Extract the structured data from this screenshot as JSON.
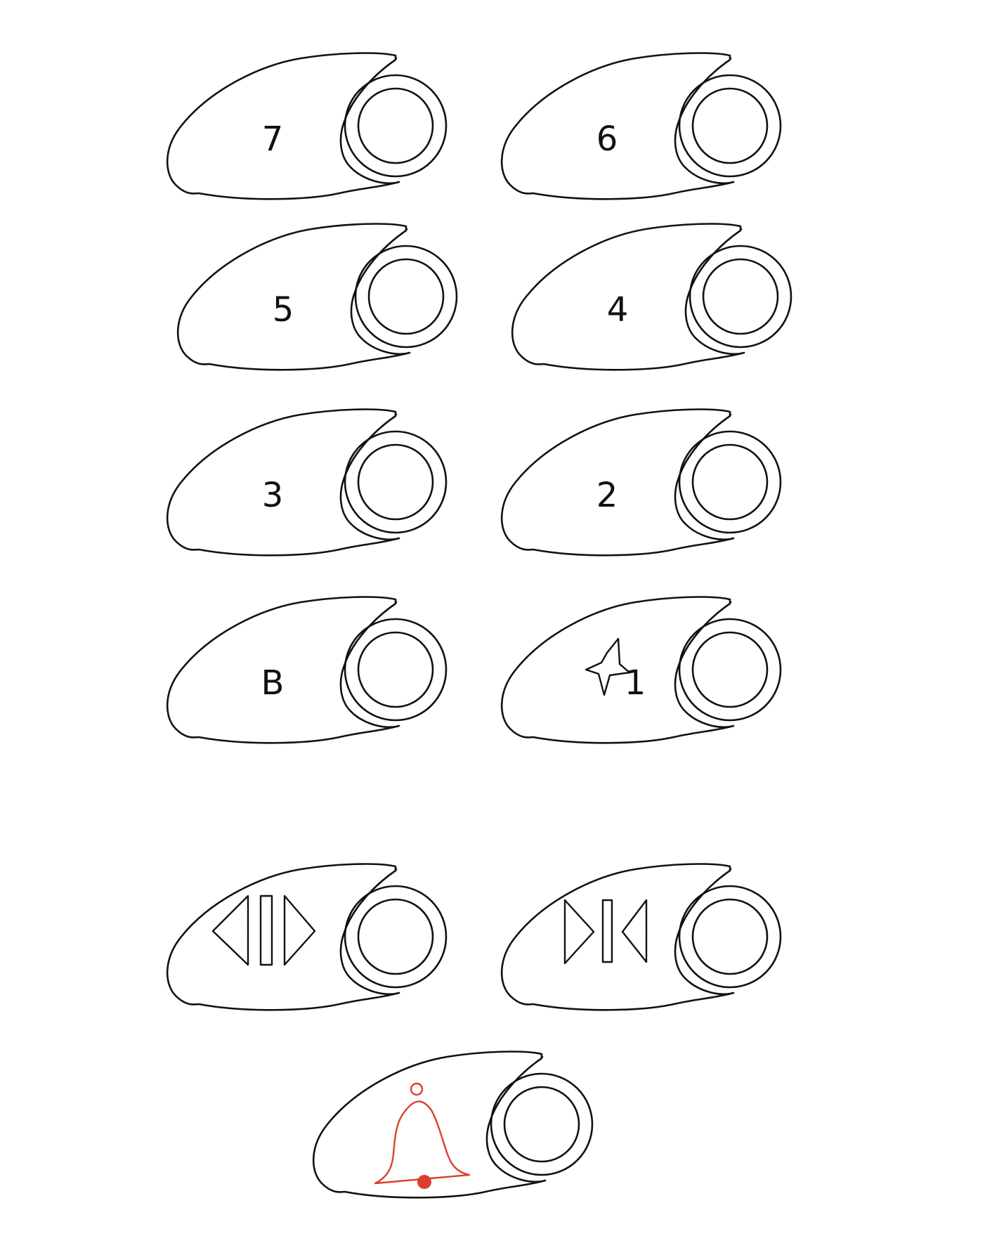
{
  "buttons": [
    {
      "id": "floor-7",
      "label": "7",
      "icon": "",
      "name": "floor-7-button"
    },
    {
      "id": "floor-6",
      "label": "6",
      "icon": "",
      "name": "floor-6-button"
    },
    {
      "id": "floor-5",
      "label": "5",
      "icon": "",
      "name": "floor-5-button"
    },
    {
      "id": "floor-4",
      "label": "4",
      "icon": "",
      "name": "floor-4-button"
    },
    {
      "id": "floor-3",
      "label": "3",
      "icon": "",
      "name": "floor-3-button"
    },
    {
      "id": "floor-2",
      "label": "2",
      "icon": "",
      "name": "floor-2-button"
    },
    {
      "id": "floor-b",
      "label": "B",
      "icon": "",
      "name": "floor-b-button"
    },
    {
      "id": "floor-1",
      "label": "1",
      "icon": "star-icon",
      "name": "floor-1-button"
    },
    {
      "id": "door-open",
      "label": "",
      "icon": "door-open-icon",
      "name": "door-open-button"
    },
    {
      "id": "door-close",
      "label": "",
      "icon": "door-close-icon",
      "name": "door-close-button"
    },
    {
      "id": "alarm",
      "label": "",
      "icon": "bell-icon",
      "name": "alarm-button"
    }
  ],
  "colors": {
    "outline": "#111111",
    "background": "#ffffff",
    "alarm": "#d9412e"
  }
}
